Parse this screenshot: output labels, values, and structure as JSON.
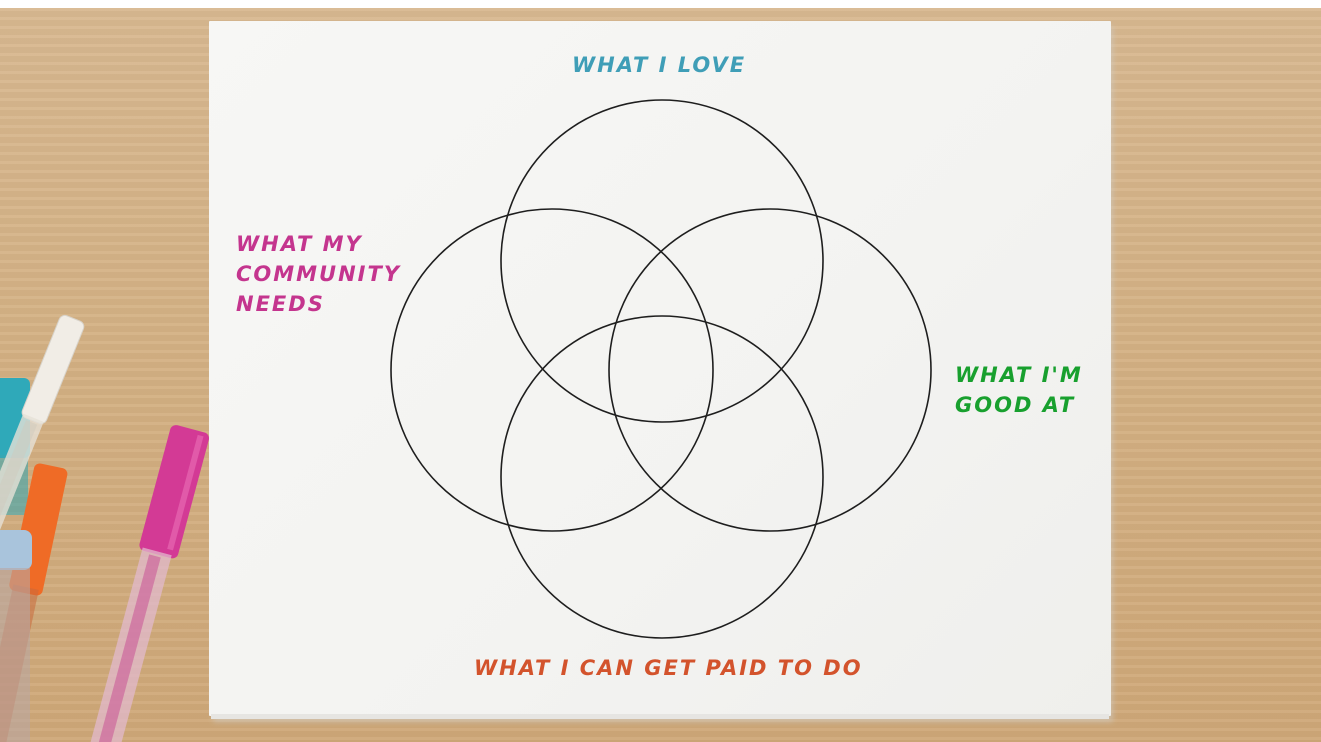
{
  "venn_labels": {
    "top": "WHAT I LOVE",
    "left": "WHAT MY\nCOMMUNITY\nNEEDS",
    "right": "WHAT I'M\nGOOD AT",
    "bottom": "WHAT I CAN GET PAID TO DO"
  },
  "colors": {
    "top_label": "#3f9eb7",
    "left_label": "#c4358e",
    "right_label": "#18a02e",
    "bottom_label": "#d3532c",
    "circle_stroke": "#1e1e1e",
    "paper": "#f5f5f3",
    "desk": "#d4b184"
  },
  "pens": [
    "teal-marker",
    "clear-pen",
    "orange-marker",
    "magenta-marker",
    "light-blue-marker"
  ]
}
